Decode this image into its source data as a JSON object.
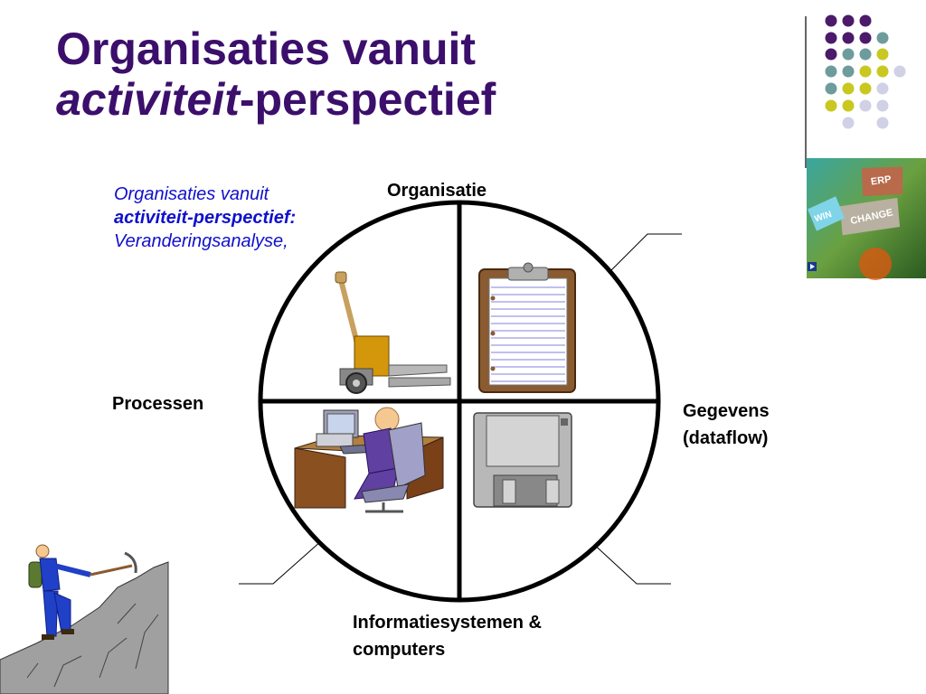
{
  "slide": {
    "title_line1": "Organisaties vanuit",
    "title_line2_italic": "activiteit",
    "title_line2_rest": "-perspectief",
    "subtitle_line1": "Organisaties vanuit",
    "subtitle_line2": "activiteit-perspectief:",
    "subtitle_line3": "Veranderingsanalyse,"
  },
  "diagram": {
    "top_label": "Organisatie",
    "left_label": "Processen",
    "right_label_line1": "Gegevens",
    "right_label_line2": "(dataflow)",
    "bottom_label_line1": "Informatiesystemen &",
    "bottom_label_line2": "computers"
  },
  "picture": {
    "signs": [
      "ERP",
      "CHANGE",
      "WIN"
    ]
  },
  "colors": {
    "title": "#3b0f6b",
    "subtitle": "#1010cc",
    "dot_purple": "#4b1a6b",
    "dot_teal": "#6e9c9c",
    "dot_yellow": "#c8c820",
    "dot_lavender": "#d0d0e6"
  }
}
